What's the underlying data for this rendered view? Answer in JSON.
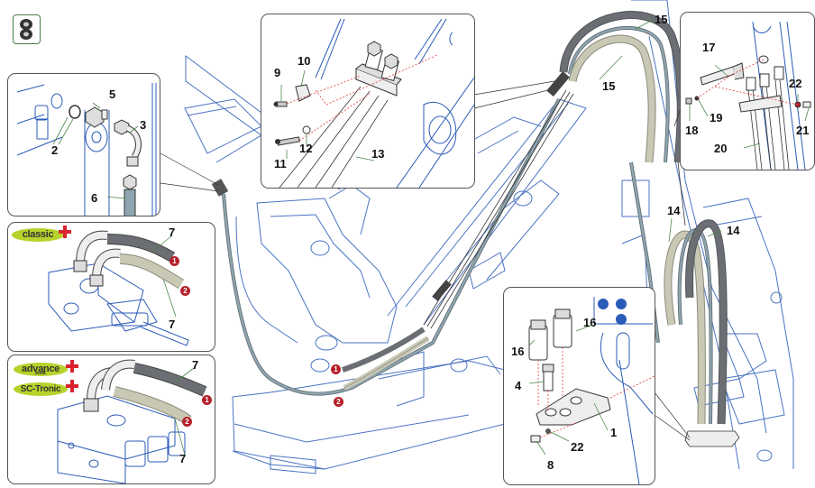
{
  "diagram": {
    "title": "Hydraulic hose kit – exploded parts view",
    "kit_icon": "hose-coupling-icon",
    "colors": {
      "outline": "#2b5bb8",
      "hose_dark": "#6b6e72",
      "hose_light": "#c9c8b4",
      "hose_thin": "#8ea4ae",
      "badge": "#b5202a",
      "leader": "#4a8a4a",
      "dash": "#e23b3b",
      "brand_green": "#b7d22a",
      "brand_star": "#d9232d"
    },
    "brands": {
      "classic": "classic",
      "advance": "advance",
      "advance_sub": "tronic",
      "sctronic": "SC-Tronic"
    },
    "hose_markers": {
      "one": "1",
      "two": "2"
    },
    "panels": {
      "fittings": {
        "labels": [
          "2",
          "5",
          "3",
          "6"
        ]
      },
      "classic_valve": {
        "labels": [
          "7",
          "7"
        ]
      },
      "tronic_valve": {
        "labels": [
          "7",
          "7"
        ]
      },
      "clamp_bracket": {
        "labels": [
          "9",
          "10",
          "11",
          "12",
          "13"
        ]
      },
      "top_bracket": {
        "labels": [
          "17",
          "18",
          "19",
          "20",
          "21",
          "22"
        ]
      },
      "bottom_plate": {
        "labels": [
          "16",
          "16",
          "4",
          "1",
          "22",
          "8"
        ]
      }
    },
    "main_labels": {
      "hose15_upper": "15",
      "hose15_lower": "15",
      "hose14_left": "14",
      "hose14_right": "14"
    }
  }
}
